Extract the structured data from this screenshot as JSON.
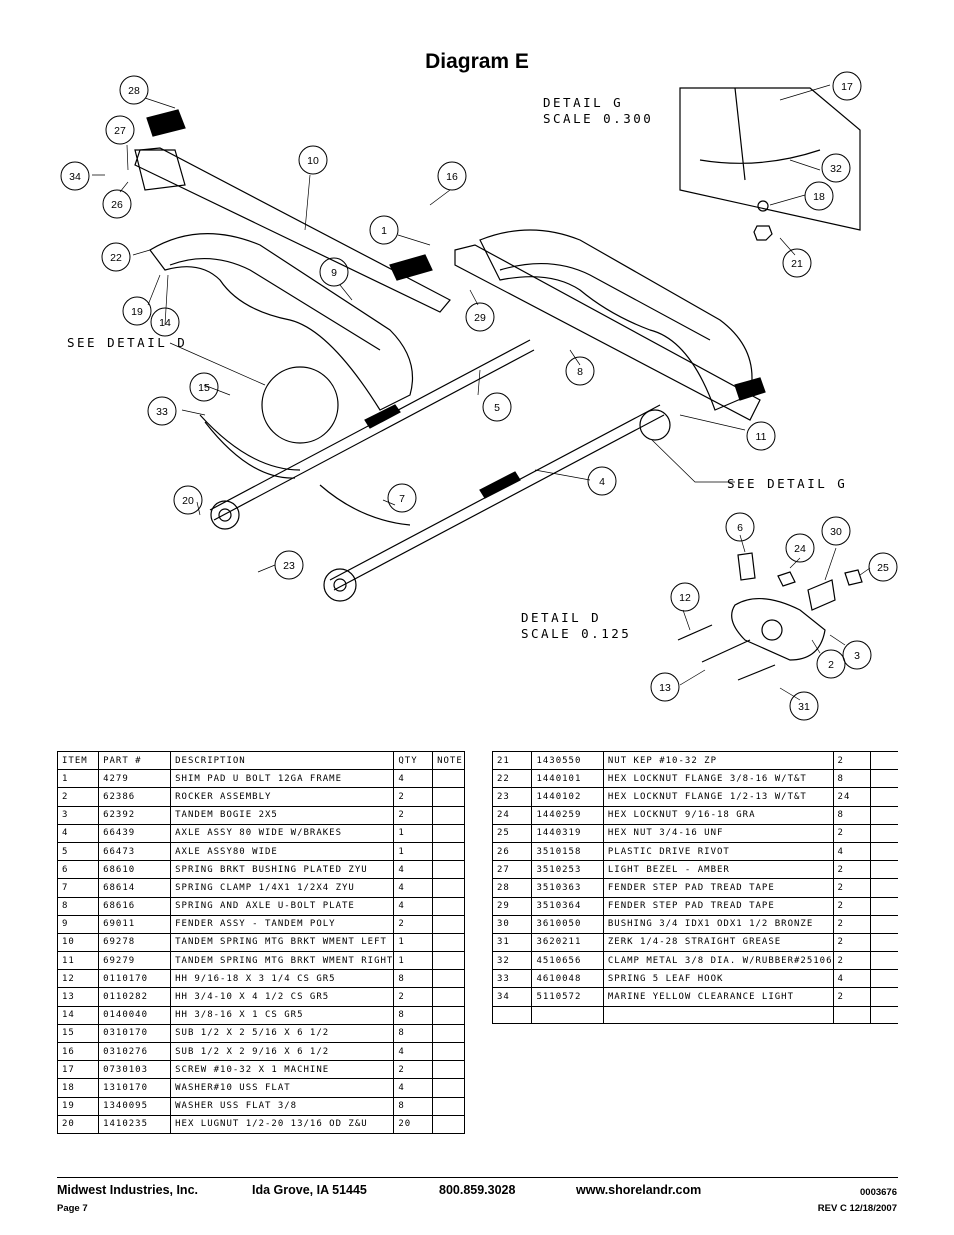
{
  "title": "Diagram E",
  "drawing": {
    "detail_g": {
      "line1": "DETAIL  G",
      "line2": "SCALE  0.300"
    },
    "detail_d": {
      "line1": "DETAIL  D",
      "line2": "SCALE  0.125"
    },
    "see_detail_d": "SEE DETAIL  D",
    "see_detail_g": "SEE DETAIL  G",
    "callouts": [
      "28",
      "27",
      "34",
      "26",
      "10",
      "16",
      "1",
      "22",
      "9",
      "29",
      "19",
      "14",
      "15",
      "33",
      "5",
      "8",
      "11",
      "4",
      "20",
      "7",
      "23",
      "17",
      "32",
      "18",
      "21",
      "6",
      "24",
      "30",
      "25",
      "12",
      "13",
      "2",
      "3",
      "31"
    ]
  },
  "table_headers": {
    "item": "ITEM",
    "part": "PART #",
    "description": "DESCRIPTION",
    "qty": "QTY",
    "note": "NOTE"
  },
  "parts_left": [
    {
      "item": "1",
      "part": "4279",
      "desc": "SHIM PAD   U BOLT 12GA FRAME",
      "qty": "4"
    },
    {
      "item": "2",
      "part": "62386",
      "desc": "ROCKER ASSEMBLY",
      "qty": "2"
    },
    {
      "item": "3",
      "part": "62392",
      "desc": "TANDEM BOGIE   2X5",
      "qty": "2"
    },
    {
      "item": "4",
      "part": "66439",
      "desc": "AXLE ASSY 80 WIDE W/BRAKES",
      "qty": "1"
    },
    {
      "item": "5",
      "part": "66473",
      "desc": "AXLE ASSY80 WIDE",
      "qty": "1"
    },
    {
      "item": "6",
      "part": "68610",
      "desc": "SPRING BRKT BUSHING PLATED ZYU",
      "qty": "4"
    },
    {
      "item": "7",
      "part": "68614",
      "desc": "SPRING CLAMP   1/4X1 1/2X4  ZYU",
      "qty": "4"
    },
    {
      "item": "8",
      "part": "68616",
      "desc": "SPRING AND AXLE U-BOLT PLATE",
      "qty": "4"
    },
    {
      "item": "9",
      "part": "69011",
      "desc": "FENDER ASSY - TANDEM POLY",
      "qty": "2"
    },
    {
      "item": "10",
      "part": "69278",
      "desc": "TANDEM SPRING MTG BRKT WMENT LEFT",
      "qty": "1"
    },
    {
      "item": "11",
      "part": "69279",
      "desc": "TANDEM SPRING MTG BRKT WMENT RIGHT",
      "qty": "1"
    },
    {
      "item": "12",
      "part": "0110170",
      "desc": "HH 9/16-18 X 3 1/4 CS GR5",
      "qty": "8"
    },
    {
      "item": "13",
      "part": "0110282",
      "desc": "HH 3/4-10 X 4 1/2 CS GR5",
      "qty": "2"
    },
    {
      "item": "14",
      "part": "0140040",
      "desc": "HH 3/8-16 X 1 CS GR5",
      "qty": "8"
    },
    {
      "item": "15",
      "part": "0310170",
      "desc": "SUB 1/2 X 2 5/16 X 6 1/2",
      "qty": "8"
    },
    {
      "item": "16",
      "part": "0310276",
      "desc": "SUB 1/2 X 2 9/16 X 6 1/2",
      "qty": "4"
    },
    {
      "item": "17",
      "part": "0730103",
      "desc": "SCREW #10-32 X 1 MACHINE",
      "qty": "2"
    },
    {
      "item": "18",
      "part": "1310170",
      "desc": "WASHER#10 USS FLAT",
      "qty": "4"
    },
    {
      "item": "19",
      "part": "1340095",
      "desc": "WASHER USS FLAT 3/8",
      "qty": "8"
    },
    {
      "item": "20",
      "part": "1410235",
      "desc": "HEX LUGNUT 1/2-20 13/16 OD Z&U",
      "qty": "20"
    }
  ],
  "parts_right": [
    {
      "item": "21",
      "part": "1430550",
      "desc": "NUT KEP #10-32 ZP",
      "qty": "2"
    },
    {
      "item": "22",
      "part": "1440101",
      "desc": "HEX LOCKNUT FLANGE 3/8-16 W/T&T",
      "qty": "8"
    },
    {
      "item": "23",
      "part": "1440102",
      "desc": "HEX LOCKNUT FLANGE 1/2-13 W/T&T",
      "qty": "24"
    },
    {
      "item": "24",
      "part": "1440259",
      "desc": "HEX LOCKNUT 9/16-18 GRA",
      "qty": "8"
    },
    {
      "item": "25",
      "part": "1440319",
      "desc": "HEX NUT 3/4-16 UNF",
      "qty": "2"
    },
    {
      "item": "26",
      "part": "3510158",
      "desc": "PLASTIC DRIVE RIVOT",
      "qty": "4"
    },
    {
      "item": "27",
      "part": "3510253",
      "desc": "LIGHT BEZEL - AMBER",
      "qty": "2"
    },
    {
      "item": "28",
      "part": "3510363",
      "desc": "FENDER STEP PAD TREAD TAPE",
      "qty": "2"
    },
    {
      "item": "29",
      "part": "3510364",
      "desc": "FENDER STEP PAD TREAD TAPE",
      "qty": "2"
    },
    {
      "item": "30",
      "part": "3610050",
      "desc": "BUSHING  3/4 IDX1 ODX1 1/2 BRONZE",
      "qty": "2"
    },
    {
      "item": "31",
      "part": "3620211",
      "desc": "ZERK  1/4-28 STRAIGHT GREASE",
      "qty": "2"
    },
    {
      "item": "32",
      "part": "4510656",
      "desc": "CLAMP METAL 3/8 DIA. W/RUBBER#25106",
      "qty": "2"
    },
    {
      "item": "33",
      "part": "4610048",
      "desc": "SPRING  5 LEAF HOOK",
      "qty": "4"
    },
    {
      "item": "34",
      "part": "5110572",
      "desc": "MARINE YELLOW CLEARANCE LIGHT",
      "qty": "2"
    }
  ],
  "footer": {
    "company": "Midwest Industries, Inc.",
    "city": "Ida Grove, IA  51445",
    "phone": "800.859.3028",
    "website": "www.shorelandr.com",
    "doc_number": "0003676",
    "page": "Page 7",
    "revision": "REV C  12/18/2007"
  }
}
